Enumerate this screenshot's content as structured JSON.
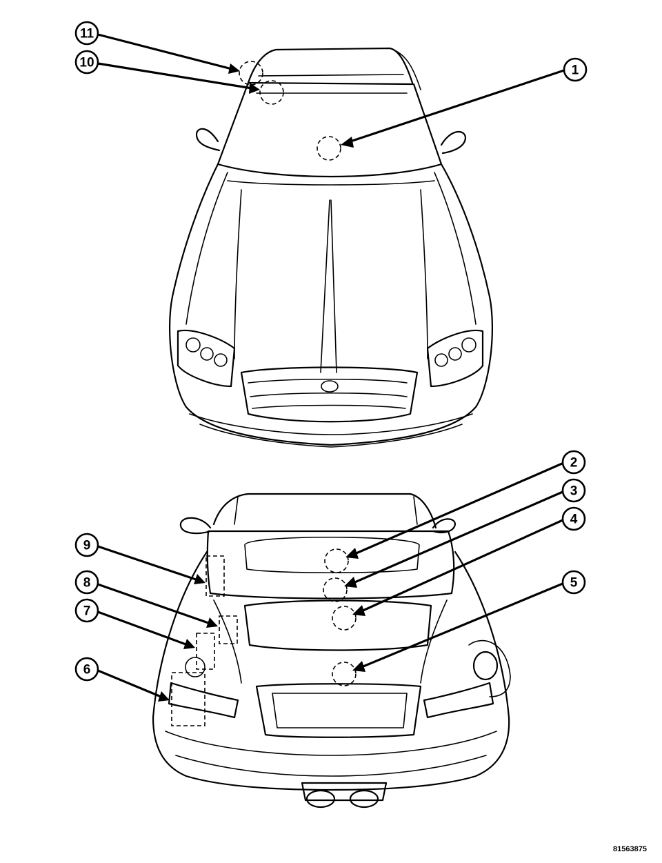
{
  "figure": {
    "id": "81563875"
  },
  "callouts": [
    {
      "number": "1"
    },
    {
      "number": "2"
    },
    {
      "number": "3"
    },
    {
      "number": "4"
    },
    {
      "number": "5"
    },
    {
      "number": "6"
    },
    {
      "number": "7"
    },
    {
      "number": "8"
    },
    {
      "number": "9"
    },
    {
      "number": "10"
    },
    {
      "number": "11"
    }
  ]
}
